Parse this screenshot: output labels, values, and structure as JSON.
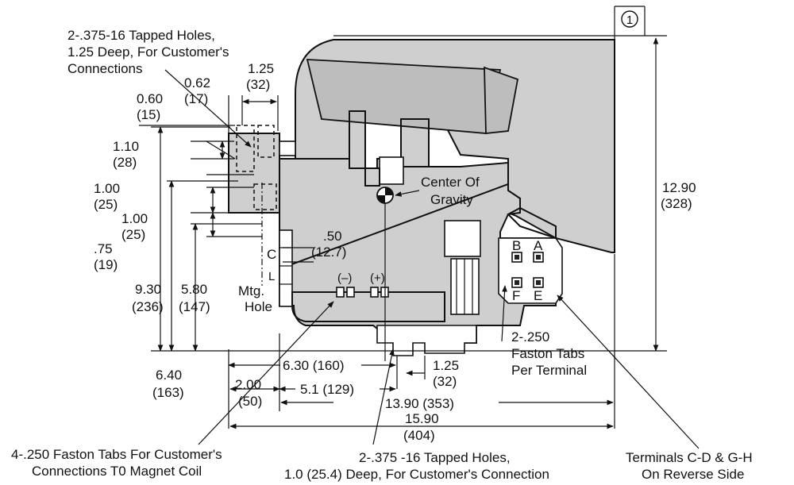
{
  "note_circle": "1",
  "callouts": {
    "top_holes": [
      "2-.375-16 Tapped Holes,",
      "1.25 Deep, For Customer's",
      "Connections"
    ],
    "center_of_gravity": [
      "Center Of",
      "Gravity"
    ],
    "faston_tabs": [
      "2-.250",
      "Faston Tabs",
      "Per Terminal"
    ],
    "coil_tabs": [
      "4-.250 Faston Tabs For Customer's",
      "Connections T0 Magnet Coil"
    ],
    "bottom_holes": [
      "2-.375 -16 Tapped Holes,",
      "1.0 (25.4) Deep, For Customer's Connection"
    ],
    "terminals": [
      "Terminals C-D & G-H",
      "On Reverse Side"
    ],
    "mtg_hole": [
      "Mtg.",
      "Hole"
    ],
    "centerline": "C",
    "centerline_sub": "L",
    "polarity_neg": "(–)",
    "polarity_pos": "(+)",
    "terminal_letters": [
      "B",
      "A",
      "F",
      "E"
    ]
  },
  "dimensions": {
    "d_062": [
      "0.62",
      "(17)"
    ],
    "d_125_top": [
      "1.25",
      "(32)"
    ],
    "d_060": [
      "0.60",
      "(15)"
    ],
    "d_110": [
      "1.10",
      "(28)"
    ],
    "d_100a": [
      "1.00",
      "(25)"
    ],
    "d_100b": [
      "1.00",
      "(25)"
    ],
    "d_075": [
      ".75",
      "(19)"
    ],
    "d_050": [
      ".50",
      "(12.7)"
    ],
    "d_930": [
      "9.30",
      "(236)"
    ],
    "d_580": [
      "5.80",
      "(147)"
    ],
    "d_1290": [
      "12.90",
      "(328)"
    ],
    "d_630": "6.30 (160)",
    "d_125_bot": [
      "1.25",
      "(32)"
    ],
    "d_640": [
      "6.40",
      "(163)"
    ],
    "d_200": [
      "2.00",
      "(50)"
    ],
    "d_51": "5.1 (129)",
    "d_1390": "13.90  (353)",
    "d_1590": [
      "15.90",
      "(404)"
    ]
  }
}
